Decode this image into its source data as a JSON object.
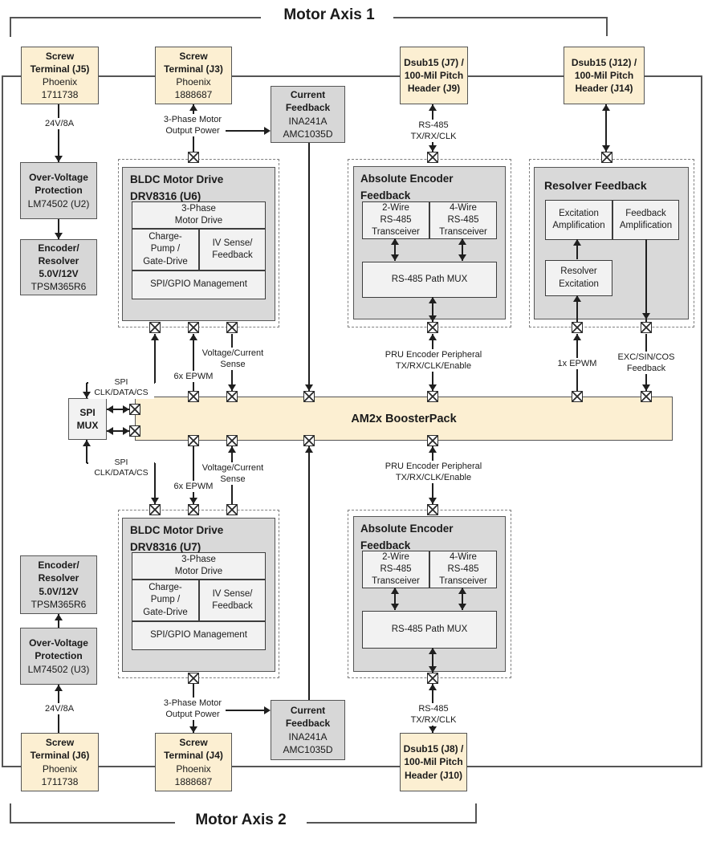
{
  "titles": {
    "axis1": "Motor Axis 1",
    "axis2": "Motor Axis 2"
  },
  "boosterpack": {
    "label": "AM2x BoosterPack"
  },
  "spi_mux": {
    "l1": "SPI",
    "l2": "MUX"
  },
  "connectors": {
    "j5": {
      "l1": "Screw",
      "l2": "Terminal (J5)",
      "l3": "Phoenix",
      "l4": "1711738"
    },
    "j3": {
      "l1": "Screw",
      "l2": "Terminal (J3)",
      "l3": "Phoenix",
      "l4": "1888687"
    },
    "j6": {
      "l1": "Screw",
      "l2": "Terminal (J6)",
      "l3": "Phoenix",
      "l4": "1711738"
    },
    "j4": {
      "l1": "Screw",
      "l2": "Terminal (J4)",
      "l3": "Phoenix",
      "l4": "1888687"
    },
    "j7": {
      "l1": "Dsub15 (J7) /",
      "l2": "100-Mil Pitch",
      "l3": "Header (J9)"
    },
    "j12": {
      "l1": "Dsub15 (J12) /",
      "l2": "100-Mil Pitch",
      "l3": "Header (J14)"
    },
    "j8": {
      "l1": "Dsub15 (J8) /",
      "l2": "100-Mil Pitch",
      "l3": "Header (J10)"
    }
  },
  "power": {
    "ovp_u2": {
      "l1": "Over-Voltage",
      "l2": "Protection",
      "l3": "LM74502 (U2)"
    },
    "ovp_u3": {
      "l1": "Over-Voltage",
      "l2": "Protection",
      "l3": "LM74502 (U3)"
    },
    "encres_top": {
      "l1": "Encoder/",
      "l2": "Resolver",
      "l3": "5.0V/12V",
      "l4": "TPSM365R6"
    },
    "encres_bot": {
      "l1": "Encoder/",
      "l2": "Resolver",
      "l3": "5.0V/12V",
      "l4": "TPSM365R6"
    }
  },
  "current_fb": {
    "top": {
      "l1": "Current",
      "l2": "Feedback",
      "l3": "INA241A",
      "l4": "AMC1035D"
    },
    "bot": {
      "l1": "Current",
      "l2": "Feedback",
      "l3": "INA241A",
      "l4": "AMC1035D"
    }
  },
  "bldc": {
    "u6": {
      "t1": "BLDC  Motor Drive",
      "t2": "DRV8316 (U6)",
      "d1": "3-Phase",
      "d2": "Motor Drive",
      "c1": "Charge-",
      "c2": "Pump /",
      "c3": "Gate-Drive",
      "i1": "IV Sense/",
      "i2": "Feedback",
      "s1": "SPI/GPIO Management"
    },
    "u7": {
      "t1": "BLDC  Motor Drive",
      "t2": "DRV8316 (U7)",
      "d1": "3-Phase",
      "d2": "Motor Drive",
      "c1": "Charge-",
      "c2": "Pump /",
      "c3": "Gate-Drive",
      "i1": "IV Sense/",
      "i2": "Feedback",
      "s1": "SPI/GPIO Management"
    }
  },
  "encfb": {
    "top": {
      "t1": "Absolute Encoder",
      "t2": "Feedback",
      "w2a": "2-Wire",
      "w2b": "RS-485",
      "w2c": "Transceiver",
      "w4a": "4-Wire",
      "w4b": "RS-485",
      "w4c": "Transceiver",
      "mux": "RS-485 Path MUX"
    },
    "bot": {
      "t1": "Absolute Encoder",
      "t2": "Feedback",
      "w2a": "2-Wire",
      "w2b": "RS-485",
      "w2c": "Transceiver",
      "w4a": "4-Wire",
      "w4b": "RS-485",
      "w4c": "Transceiver",
      "mux": "RS-485 Path MUX"
    }
  },
  "resolver": {
    "t": "Resolver Feedback",
    "ex1": "Excitation",
    "ex2": "Amplification",
    "fb1": "Feedback",
    "fb2": "Amplification",
    "re1": "Resolver",
    "re2": "Excitation"
  },
  "labels": {
    "v24": "24V/8A",
    "motor3_1": "3-Phase Motor",
    "motor3_2": "Output Power",
    "rs485": "RS-485 TX/RX/CLK",
    "spiclk": "SPI CLK/DATA/CS",
    "epwm6": "6x EPWM",
    "vcs1": "Voltage/Current",
    "vcs2": "Sense",
    "pru1": "PRU Encoder Peripheral",
    "pru2": "TX/RX/CLK/Enable",
    "epwm1": "1x EPWM",
    "exc1": "EXC/SIN/COS",
    "exc2": "Feedback"
  }
}
